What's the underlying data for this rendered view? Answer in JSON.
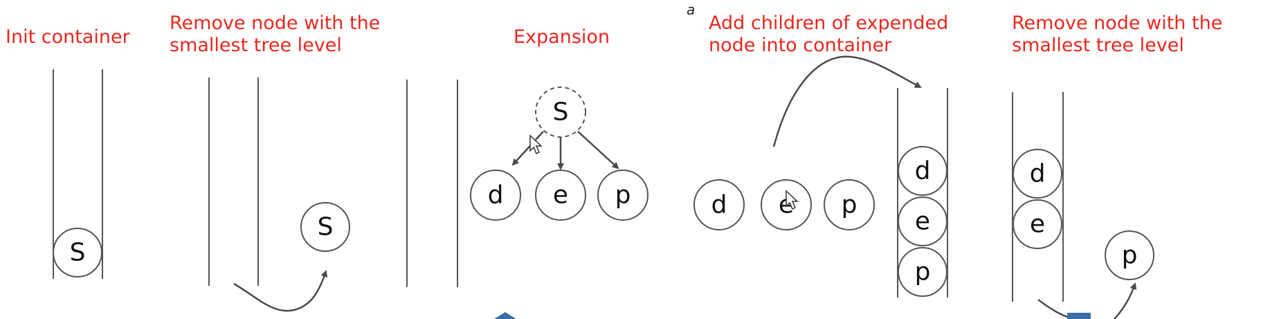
{
  "letter_mark": "a",
  "panels": [
    {
      "title": "Init container"
    },
    {
      "title": "Remove node with the\nsmallest tree level"
    },
    {
      "title": "Expansion"
    },
    {
      "title": "Add children of expended\nnode into container"
    },
    {
      "title": "Remove node with the\nsmallest tree level"
    }
  ],
  "nodes": {
    "s": "S",
    "d": "d",
    "e": "e",
    "p": "p"
  },
  "colors": {
    "title": "#e8281e",
    "stroke": "#555555",
    "text": "#111111",
    "accent_shape": "#3b6ea5"
  }
}
